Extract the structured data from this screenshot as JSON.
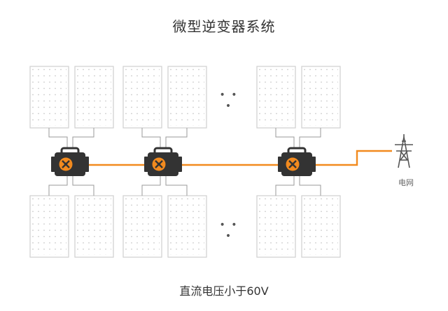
{
  "title": "微型逆变器系统",
  "grid_label": "电网",
  "caption": "直流电压小于60V",
  "ellipsis": "• • •",
  "colors": {
    "accent": "#f28a1e",
    "inverter_body": "#333333",
    "panel_border": "#cfcfcf",
    "wire": "#9a9a9a",
    "tower": "#555555"
  },
  "groups": [
    {
      "name": "microinverter-group-1"
    },
    {
      "name": "microinverter-group-2"
    },
    {
      "name": "microinverter-group-3"
    }
  ]
}
